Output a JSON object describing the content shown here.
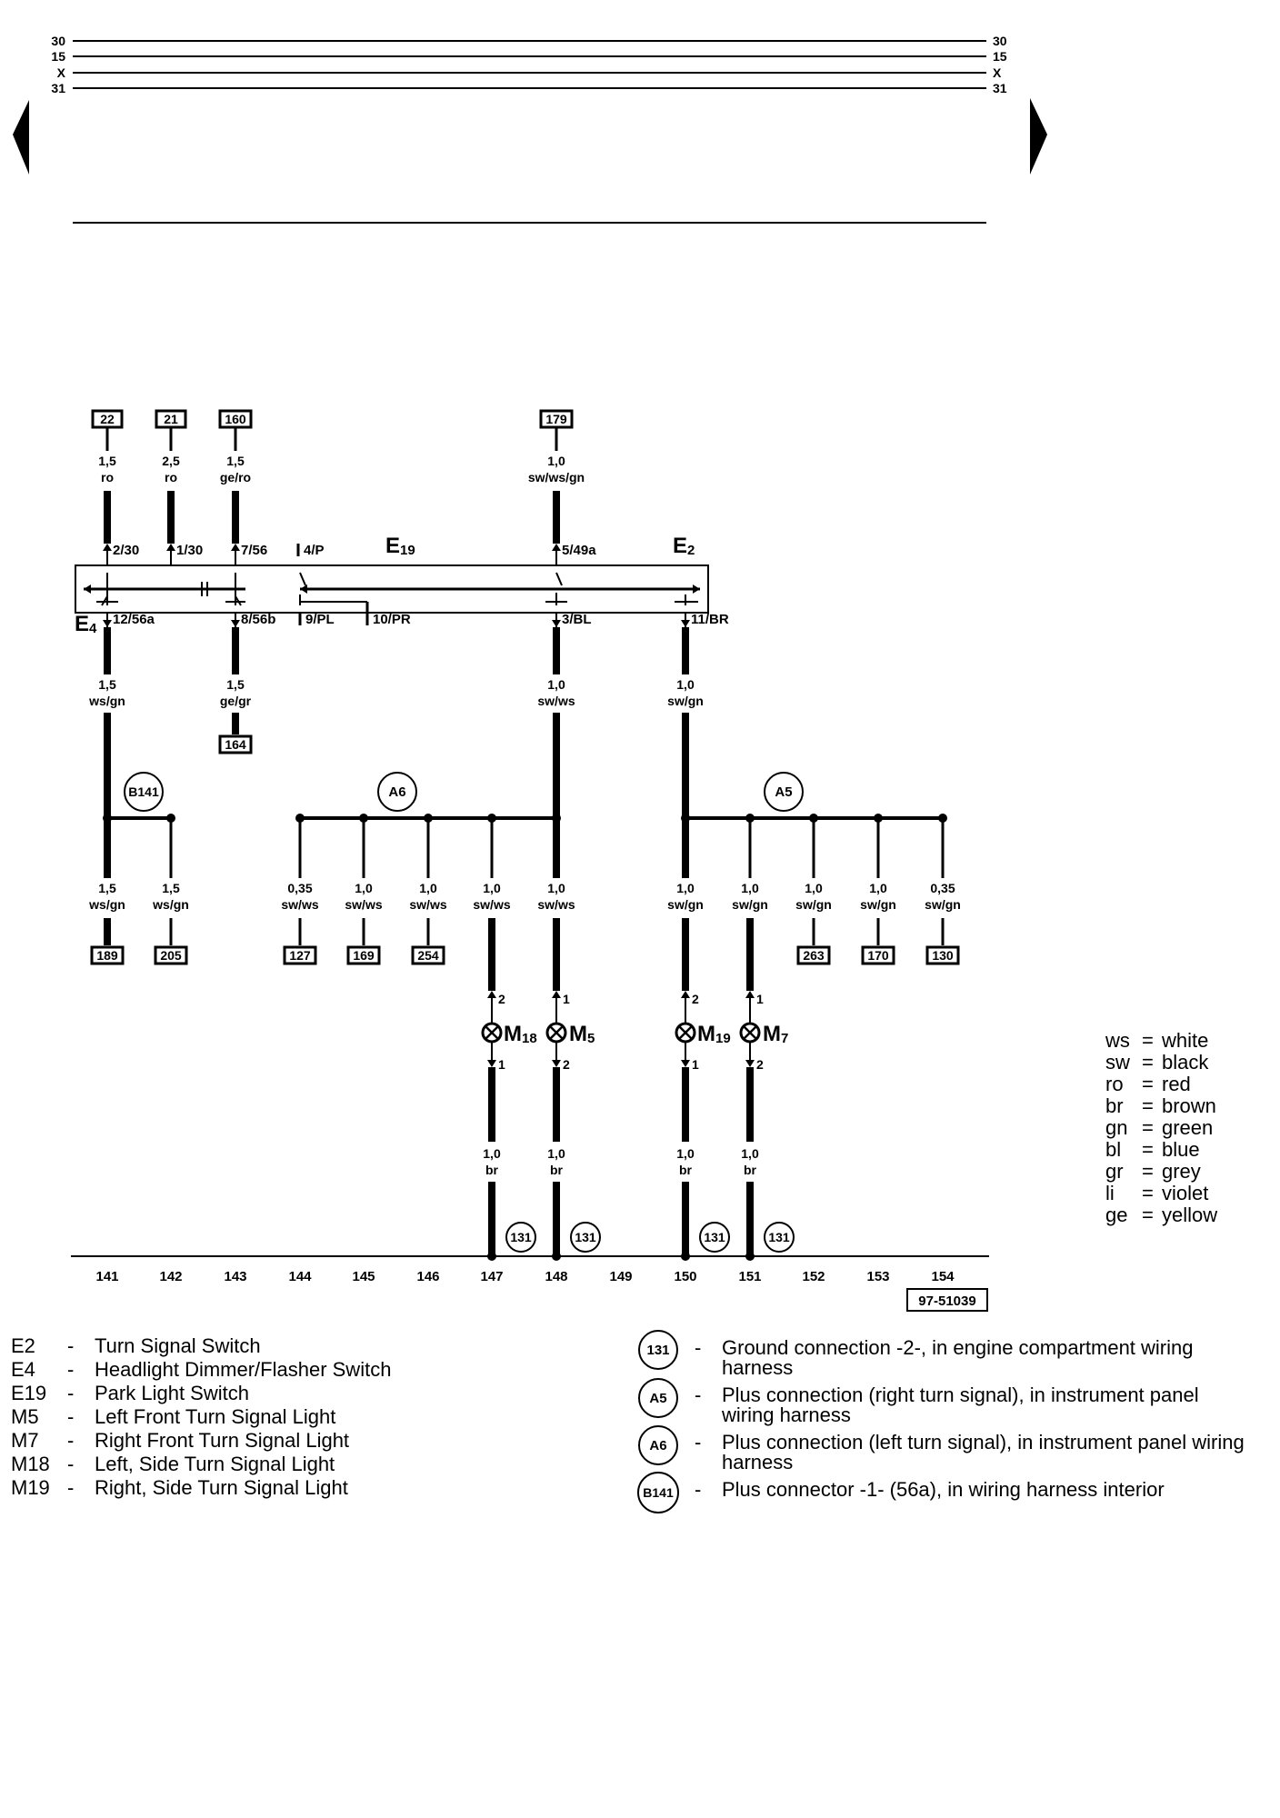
{
  "bus_lines": [
    {
      "label": "30"
    },
    {
      "label": "15"
    },
    {
      "label": "X"
    },
    {
      "label": "31"
    }
  ],
  "components": {
    "E19": {
      "main": "E",
      "sub": "19"
    },
    "E2": {
      "main": "E",
      "sub": "2"
    },
    "E4": {
      "main": "E",
      "sub": "4"
    },
    "M18": {
      "main": "M",
      "sub": "18"
    },
    "M5": {
      "main": "M",
      "sub": "5"
    },
    "M19": {
      "main": "M",
      "sub": "19"
    },
    "M7": {
      "main": "M",
      "sub": "7"
    }
  },
  "top_refs": [
    "22",
    "21",
    "160",
    "179"
  ],
  "top_wires": [
    {
      "size": "1,5",
      "color": "ro"
    },
    {
      "size": "2,5",
      "color": "ro"
    },
    {
      "size": "1,5",
      "color": "ge/ro"
    },
    {
      "size": "1,0",
      "color": "sw/ws/gn"
    }
  ],
  "switch_pins_top": [
    "2/30",
    "1/30",
    "7/56",
    "4/P",
    "5/49a"
  ],
  "switch_pins_bottom": [
    "12/56a",
    "8/56b",
    "9/PL",
    "10/PR",
    "3/BL",
    "11/BR"
  ],
  "mid_wires": [
    {
      "size": "1,5",
      "color": "ws/gn"
    },
    {
      "size": "1,5",
      "color": "ge/gr"
    },
    {
      "size": "1,0",
      "color": "sw/ws"
    },
    {
      "size": "1,0",
      "color": "sw/gn"
    }
  ],
  "mid_ref": "164",
  "connectors": {
    "B141": "B141",
    "A6": "A6",
    "A5": "A5"
  },
  "branch_wires": [
    {
      "size": "1,5",
      "color": "ws/gn",
      "ref": "189"
    },
    {
      "size": "1,5",
      "color": "ws/gn",
      "ref": "205"
    },
    {
      "size": "0,35",
      "color": "sw/ws",
      "ref": "127"
    },
    {
      "size": "1,0",
      "color": "sw/ws",
      "ref": "169"
    },
    {
      "size": "1,0",
      "color": "sw/ws",
      "ref": "254"
    },
    {
      "size": "1,0",
      "color": "sw/ws",
      "ref": ""
    },
    {
      "size": "1,0",
      "color": "sw/ws",
      "ref": ""
    },
    {
      "size": "1,0",
      "color": "sw/gn",
      "ref": ""
    },
    {
      "size": "1,0",
      "color": "sw/gn",
      "ref": ""
    },
    {
      "size": "1,0",
      "color": "sw/gn",
      "ref": "263"
    },
    {
      "size": "1,0",
      "color": "sw/gn",
      "ref": "170"
    },
    {
      "size": "0,35",
      "color": "sw/gn",
      "ref": "130"
    }
  ],
  "lamp_pins": {
    "M18": {
      "top": "2",
      "bottom": "1"
    },
    "M5": {
      "top": "1",
      "bottom": "2"
    },
    "M19": {
      "top": "2",
      "bottom": "1"
    },
    "M7": {
      "top": "1",
      "bottom": "2"
    }
  },
  "ground_wires": [
    {
      "size": "1,0",
      "color": "br"
    },
    {
      "size": "1,0",
      "color": "br"
    },
    {
      "size": "1,0",
      "color": "br"
    },
    {
      "size": "1,0",
      "color": "br"
    }
  ],
  "ground_ref": "131",
  "track_numbers": [
    "141",
    "142",
    "143",
    "144",
    "145",
    "146",
    "147",
    "148",
    "149",
    "150",
    "151",
    "152",
    "153",
    "154"
  ],
  "diagram_id": "97-51039",
  "color_key": [
    {
      "code": "ws",
      "name": "white"
    },
    {
      "code": "sw",
      "name": "black"
    },
    {
      "code": "ro",
      "name": "red"
    },
    {
      "code": "br",
      "name": "brown"
    },
    {
      "code": "gn",
      "name": "green"
    },
    {
      "code": "bl",
      "name": "blue"
    },
    {
      "code": "gr",
      "name": "grey"
    },
    {
      "code": "li",
      "name": "violet"
    },
    {
      "code": "ge",
      "name": "yellow"
    }
  ],
  "legend_left": [
    {
      "code": "E2",
      "desc": "Turn Signal Switch"
    },
    {
      "code": "E4",
      "desc": "Headlight Dimmer/Flasher Switch"
    },
    {
      "code": "E19",
      "desc": "Park Light Switch"
    },
    {
      "code": "M5",
      "desc": "Left Front Turn Signal Light"
    },
    {
      "code": "M7",
      "desc": "Right Front Turn Signal Light"
    },
    {
      "code": "M18",
      "desc": "Left, Side Turn Signal Light"
    },
    {
      "code": "M19",
      "desc": "Right, Side Turn Signal Light"
    }
  ],
  "legend_right": [
    {
      "code": "131",
      "desc1": "Ground connection -2-, in engine compartment wiring",
      "desc2": "harness"
    },
    {
      "code": "A5",
      "desc1": "Plus connection (right turn signal), in instrument panel",
      "desc2": "wiring harness"
    },
    {
      "code": "A6",
      "desc1": "Plus connection (left turn signal), in instrument panel wiring",
      "desc2": "harness"
    },
    {
      "code": "B141",
      "desc1": "Plus connector -1- (56a), in wiring harness interior",
      "desc2": ""
    }
  ]
}
